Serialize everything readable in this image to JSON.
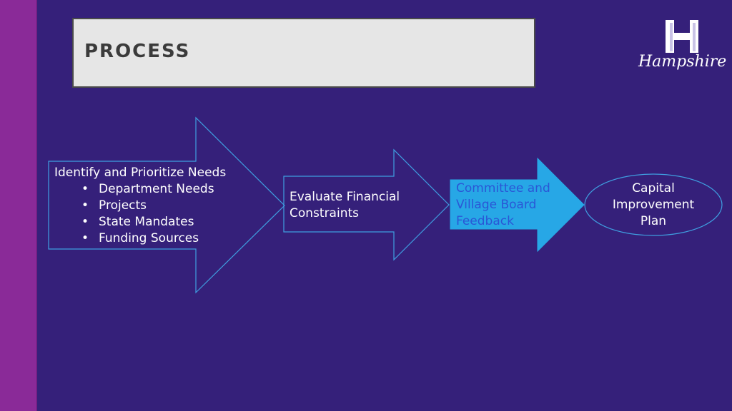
{
  "slide": {
    "title": "PROCESS",
    "logo_text": "Hampshire"
  },
  "steps": [
    {
      "heading": "Identify and Prioritize Needs",
      "bullets": [
        "Department Needs",
        "Projects",
        "State Mandates",
        "Funding Sources"
      ]
    },
    {
      "lines": [
        "Evaluate Financial",
        "Constraints"
      ]
    },
    {
      "lines": [
        "Committee and",
        "Village Board",
        "Feedback"
      ]
    },
    {
      "lines": [
        "Capital",
        "Improvement",
        "Plan"
      ]
    }
  ],
  "colors": {
    "background": "#35207a",
    "side_bar": "#8a2a98",
    "outline": "#3f9ee0",
    "highlight_fill": "#27a7e6",
    "highlight_text": "#2a56d6"
  }
}
